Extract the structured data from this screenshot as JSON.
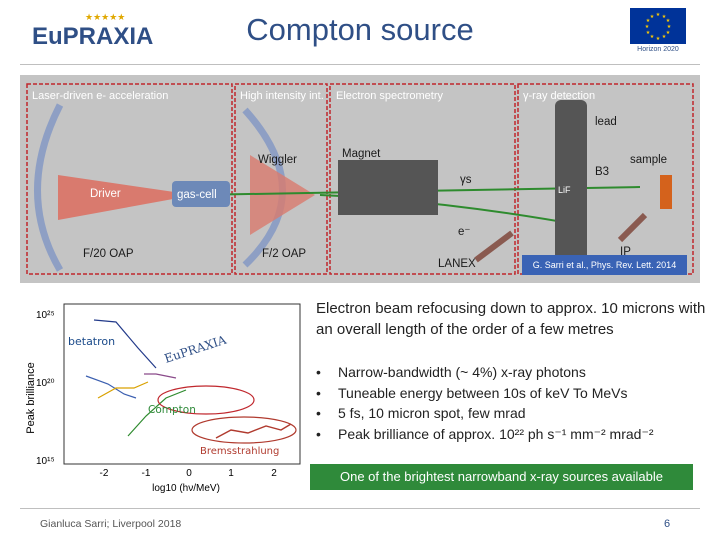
{
  "header": {
    "logo_text": "EuPRAXIA",
    "title": "Compton source",
    "eu_caption": "Horizon 2020"
  },
  "setup_figure": {
    "panels": [
      "Laser-driven e- acceleration",
      "High intensity int.",
      "Electron spectrometry",
      "γ-ray detection"
    ],
    "components": [
      "Driver",
      "gas-cell",
      "F/20 OAP",
      "Wiggler",
      "F/2 OAP",
      "Magnet",
      "γs",
      "e⁻",
      "LANEX",
      "lead",
      "B3",
      "sample",
      "LiF",
      "IP"
    ],
    "citation": "G. Sarri et al., Phys. Rev. Lett. 2014"
  },
  "brilliance_plot": {
    "y_axis_label": "Peak brilliance",
    "x_axis_label": "log10 (hν/MeV)",
    "y_ticks": [
      "10²⁵",
      "10²⁰",
      "10¹⁵"
    ],
    "x_ticks": [
      "-2",
      "-1",
      "0",
      "1",
      "2"
    ],
    "annotations": [
      "betatron",
      "EuPRAXIA",
      "Compton",
      "Bremsstrahlung"
    ]
  },
  "content": {
    "description": "Electron beam refocusing down to approx. 10 microns with an overall length of the order of a few metres",
    "bullets": [
      "Narrow-bandwidth (~ 4%) x-ray photons",
      "Tuneable energy between 10s of keV To MeVs",
      "5 fs, 10 micron spot, few mrad",
      "Peak brilliance of approx. 10²² ph s⁻¹ mm⁻² mrad⁻²"
    ],
    "highlight": "One of the brightest narrowband x-ray sources available"
  },
  "footer": {
    "author": "Gianluca Sarri; Liverpool 2018",
    "page": "6"
  }
}
